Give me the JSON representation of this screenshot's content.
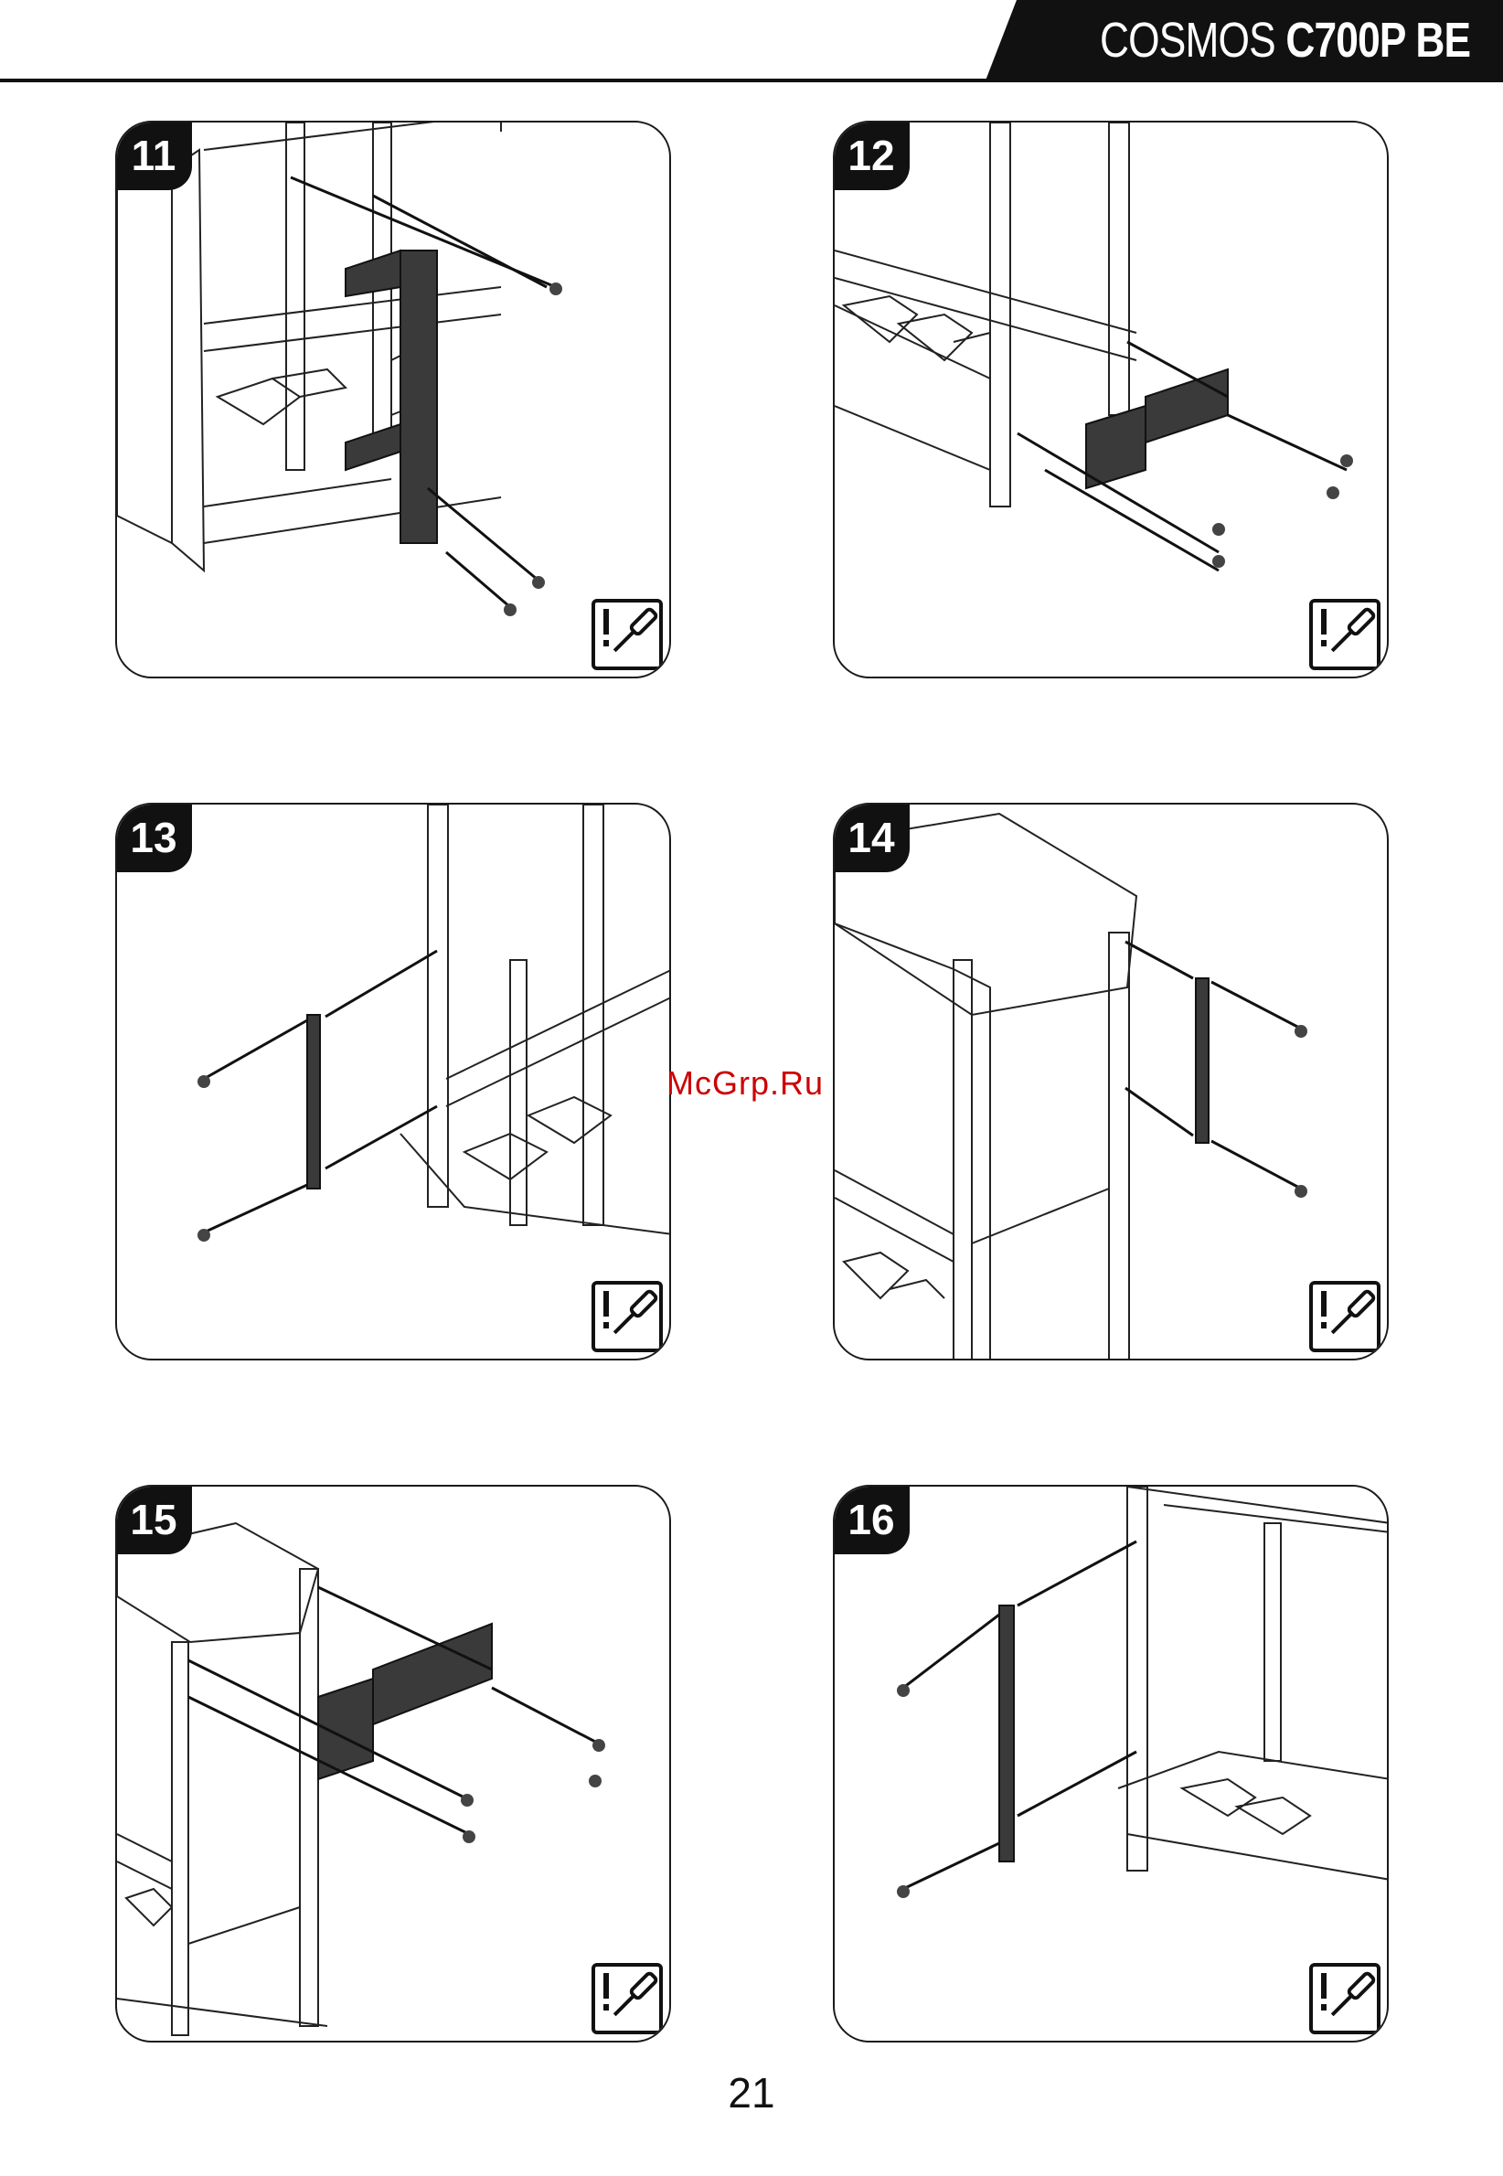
{
  "header": {
    "product_light": "COSMOS",
    "product_bold": "C700P BE"
  },
  "watermark": "McGrp.Ru",
  "steps": [
    {
      "number": "11",
      "icon": "screwdriver-caution-icon"
    },
    {
      "number": "12",
      "icon": "screwdriver-caution-icon"
    },
    {
      "number": "13",
      "icon": "screwdriver-caution-icon"
    },
    {
      "number": "14",
      "icon": "screwdriver-caution-icon"
    },
    {
      "number": "15",
      "icon": "screwdriver-caution-icon"
    },
    {
      "number": "16",
      "icon": "screwdriver-caution-icon"
    }
  ],
  "page_number": "21"
}
